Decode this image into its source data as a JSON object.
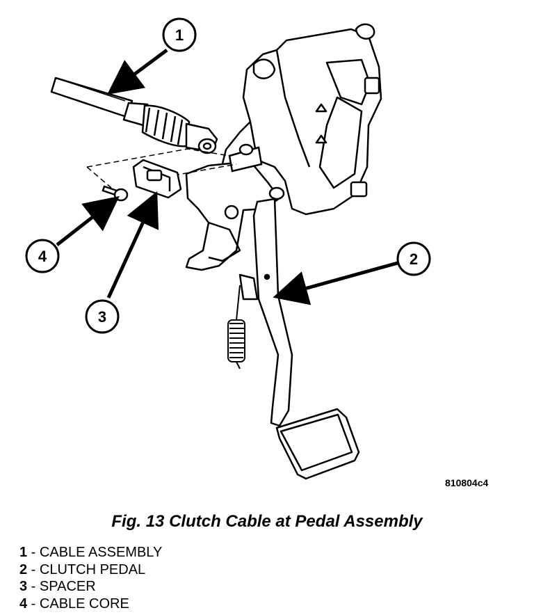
{
  "figure": {
    "reference_code": "810804c4",
    "caption": "Fig. 13 Clutch Cable at Pedal Assembly",
    "callouts": [
      {
        "number": "1"
      },
      {
        "number": "2"
      },
      {
        "number": "3"
      },
      {
        "number": "4"
      }
    ]
  },
  "legend": [
    {
      "number": "1",
      "separator": " - ",
      "text": "CABLE ASSEMBLY"
    },
    {
      "number": "2",
      "separator": " - ",
      "text": "CLUTCH PEDAL"
    },
    {
      "number": "3",
      "separator": " - ",
      "text": "SPACER"
    },
    {
      "number": "4",
      "separator": " - ",
      "text": "CABLE CORE"
    }
  ]
}
